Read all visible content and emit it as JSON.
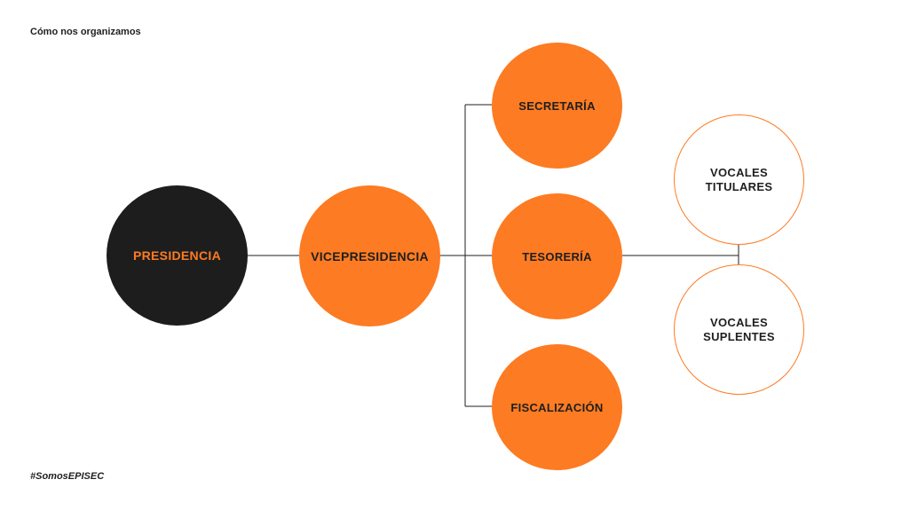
{
  "header": {
    "title": "Cómo nos organizamos"
  },
  "footer": {
    "hashtag": "#SomosEPISEC"
  },
  "colors": {
    "accent": "#fd7b22",
    "dark": "#1d1d1d",
    "line": "#1f1f1f"
  },
  "nodes": {
    "presidencia": {
      "label": "PRESIDENCIA"
    },
    "vicepresidencia": {
      "label": "VICEPRESIDENCIA"
    },
    "secretaria": {
      "label": "SECRETARÍA"
    },
    "tesoreria": {
      "label": "TESORERÍA"
    },
    "fiscalizacion": {
      "label": "FISCALIZACIÓN"
    },
    "vocales_titulares": {
      "line1": "VOCALES",
      "line2": "TITULARES"
    },
    "vocales_suplentes": {
      "line1": "VOCALES",
      "line2": "SUPLENTES"
    }
  }
}
